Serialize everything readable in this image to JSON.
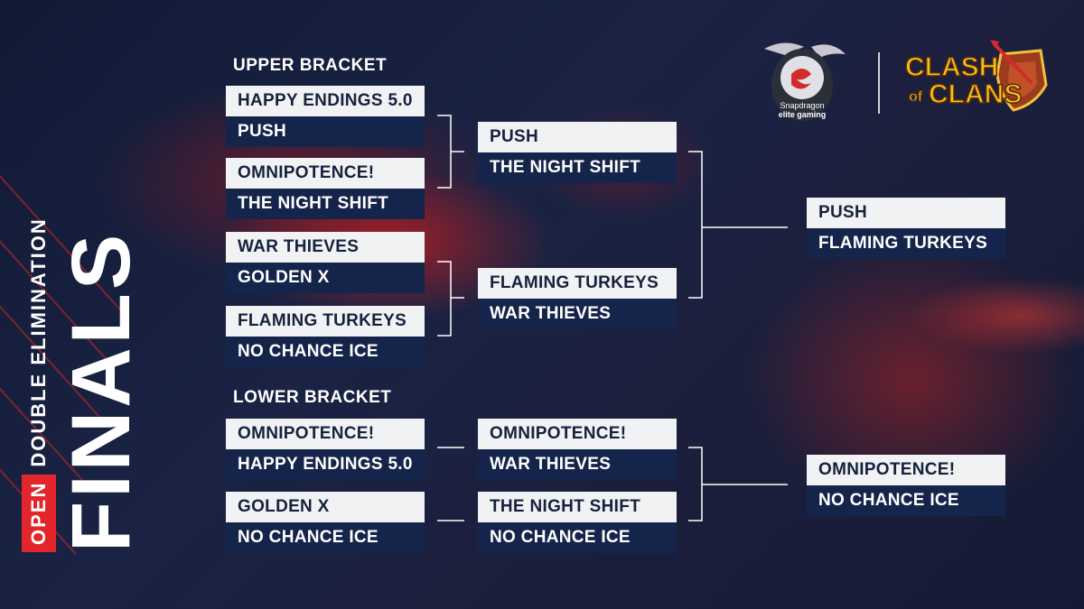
{
  "title": {
    "open": "OPEN",
    "subtitle": "DOUBLE ELIMINATION",
    "main": "FINALS"
  },
  "sponsors": {
    "snapdragon_line1": "Snapdragon",
    "snapdragon_line2": "elite gaming",
    "game_line1": "CLASH",
    "game_line2": "of",
    "game_line3": "CLANS"
  },
  "upper_bracket": {
    "label": "UPPER BRACKET",
    "round1": [
      {
        "top": "HAPPY ENDINGS 5.0",
        "bottom": "PUSH"
      },
      {
        "top": "OMNIPOTENCE!",
        "bottom": "THE NIGHT SHIFT"
      },
      {
        "top": "WAR THIEVES",
        "bottom": "GOLDEN X"
      },
      {
        "top": "FLAMING TURKEYS",
        "bottom": "NO CHANCE ICE"
      }
    ],
    "round2": [
      {
        "top": "PUSH",
        "bottom": "THE NIGHT SHIFT"
      },
      {
        "top": "FLAMING TURKEYS",
        "bottom": "WAR THIEVES"
      }
    ],
    "final": {
      "top": "PUSH",
      "bottom": "FLAMING TURKEYS"
    }
  },
  "lower_bracket": {
    "label": "LOWER BRACKET",
    "round1": [
      {
        "top": "OMNIPOTENCE!",
        "bottom": "HAPPY ENDINGS 5.0"
      },
      {
        "top": "GOLDEN X",
        "bottom": "NO CHANCE ICE"
      }
    ],
    "round2": [
      {
        "top": "OMNIPOTENCE!",
        "bottom": "WAR THIEVES"
      },
      {
        "top": "THE NIGHT SHIFT",
        "bottom": "NO CHANCE ICE"
      }
    ],
    "final": {
      "top": "OMNIPOTENCE!",
      "bottom": "NO CHANCE ICE"
    }
  },
  "colors": {
    "accent_red": "#e3262b",
    "navy": "#15244a",
    "light": "#f1f2f4",
    "connector": "#ffffff"
  }
}
